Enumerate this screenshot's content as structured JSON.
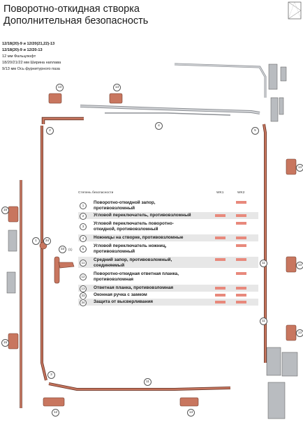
{
  "header": {
    "title_line1": "Поворотно-откидная створка",
    "title_line2": "Дополнительная безопасность"
  },
  "specs": [
    {
      "text": "12/18(20)-9 и 12/20(21,22)-13",
      "bold": true
    },
    {
      "text": "12/18(20)-9 и 12/20-13",
      "bold": true
    },
    {
      "text": "12 мм  Фальцлюфт",
      "bold": false
    },
    {
      "text": "18/20/21/22 мм  Ширина наплава",
      "bold": false
    },
    {
      "text": "9/13 мм  Ось фурнитурного паза",
      "bold": false
    }
  ],
  "legend": {
    "heading": "Степень безопасности",
    "col1": "WK1",
    "col2": "WK2",
    "rows": [
      {
        "num": "1",
        "label": "Поворотно-откидной запор,\nпротивовзломный",
        "wk1": false,
        "wk2": true,
        "shaded": false
      },
      {
        "num": "2",
        "label": "Угловой переключатель, противовзломный",
        "wk1": true,
        "wk2": true,
        "shaded": true
      },
      {
        "num": "3",
        "label": "Угловой переключатель поворотно-\nоткидной, противовзломный",
        "wk1": false,
        "wk2": true,
        "shaded": false
      },
      {
        "num": "4",
        "label": "Ножницы на створке, противовзломные",
        "wk1": true,
        "wk2": true,
        "shaded": true
      },
      {
        "num": "5",
        "label": "Угловой переключатель ножниц,\nпротивовзломный",
        "wk1": false,
        "wk2": true,
        "shaded": false
      },
      {
        "num": "11",
        "label": "Средний запор, противовзломный,\nсоединяемый",
        "wk1": true,
        "wk2": true,
        "shaded": true
      },
      {
        "num": "12",
        "label": "Поворотно-откидная ответная планка,\nпротивовзломная",
        "wk1": false,
        "wk2": true,
        "shaded": false
      },
      {
        "num": "13",
        "label": "Ответная планка, противовзломная",
        "wk1": true,
        "wk2": true,
        "shaded": true
      },
      {
        "num": "33",
        "label": "Оконная ручка с замком",
        "wk1": true,
        "wk2": true,
        "shaded": false
      },
      {
        "num": "34",
        "label": "Защита от высверливания",
        "wk1": true,
        "wk2": true,
        "shaded": true
      }
    ]
  },
  "callouts": [
    "13",
    "13",
    "2",
    "4",
    "5",
    "13",
    "15",
    "1",
    "34",
    "33",
    "11",
    "13",
    "11",
    "15",
    "3",
    "11",
    "12",
    "13",
    "13"
  ],
  "handle_note": "(1)",
  "colors": {
    "accent": "#e8897c",
    "part_fill": "#c8765f",
    "part_dark": "#6e3a2c",
    "steel": "#b9bcc0",
    "row_shade": "#e7e7e7"
  }
}
